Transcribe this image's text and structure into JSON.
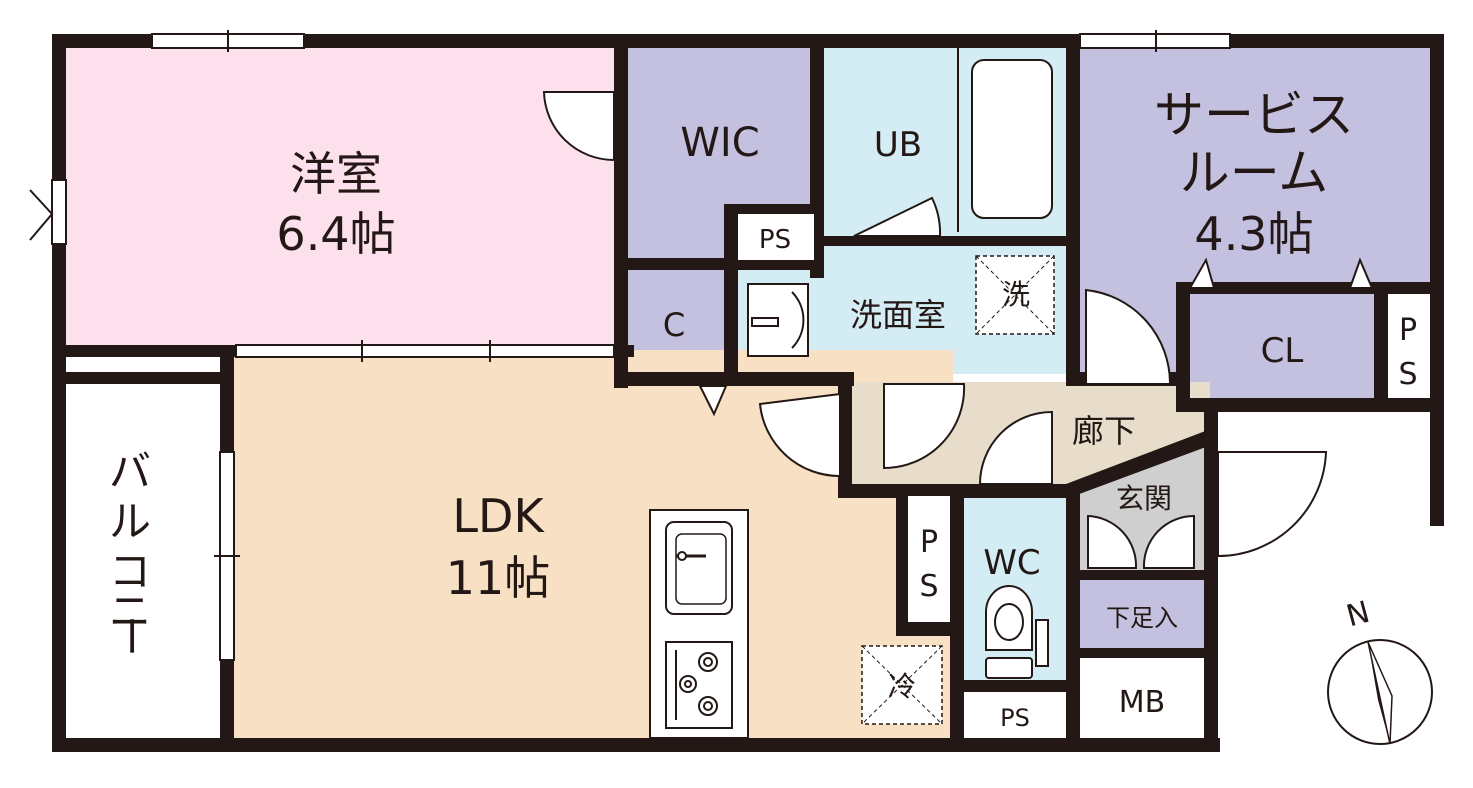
{
  "colors": {
    "wall": "#231815",
    "western_room": "#fce0ec",
    "closet": "#c3c0e0",
    "wet_area": "#d4ecf4",
    "ldk": "#f8e0c4",
    "hallway": "#e8dccb",
    "entrance": "#cfcfcf",
    "exterior": "#ffffff"
  },
  "rooms": {
    "western_room_name": "洋室",
    "western_room_size": "6.4帖",
    "wic": "WIC",
    "ub": "UB",
    "service_room_name1": "サービス",
    "service_room_name2": "ルーム",
    "service_room_size": "4.3帖",
    "ps_top": "PS",
    "closet_c": "C",
    "washroom": "洗面室",
    "washer": "洗",
    "cl": "CL",
    "ps_right_1": "P",
    "ps_right_2": "S",
    "hallway": "廊下",
    "entrance": "玄関",
    "balcony": [
      "バ",
      "ル",
      "コ",
      "ニ",
      "ー"
    ],
    "ldk_name": "LDK",
    "ldk_size": "11帖",
    "ps_mid_1": "P",
    "ps_mid_2": "S",
    "wc": "WC",
    "shoe_box": "下足入",
    "fridge": "冷",
    "ps_bottom": "PS",
    "mb": "MB",
    "north": "N"
  }
}
